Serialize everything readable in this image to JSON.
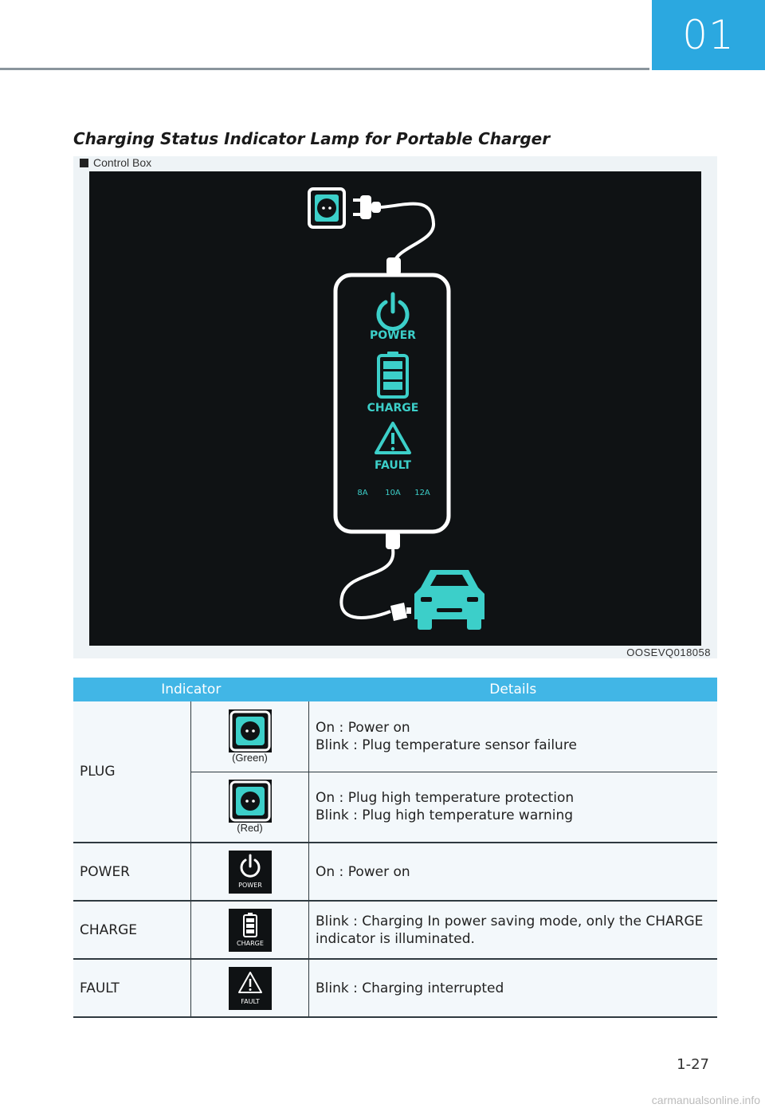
{
  "chapter": "01",
  "section_title": "Charging Status Indicator Lamp for Portable Charger",
  "figure": {
    "caption": "Control Box",
    "code": "OOSEVQ018058",
    "labels": {
      "power": "POWER",
      "charge": "CHARGE",
      "fault": "FAULT",
      "amp1": "8A",
      "amp2": "10A",
      "amp3": "12A"
    }
  },
  "table": {
    "headers": {
      "indicator": "Indicator",
      "details": "Details"
    },
    "rows": [
      {
        "name": "PLUG",
        "icon": "plug-socket-icon",
        "icon_caption": "(Green)",
        "line1": "On : Power on",
        "line2": "Blink : Plug temperature sensor failure"
      },
      {
        "icon": "plug-socket-icon",
        "icon_caption": "(Red)",
        "line1": "On : Plug high temperature protection",
        "line2": "Blink : Plug high temperature warning"
      },
      {
        "name": "POWER",
        "icon": "power-icon",
        "icon_label": "POWER",
        "line1": "On : Power on"
      },
      {
        "name": "CHARGE",
        "icon": "battery-icon",
        "icon_label": "CHARGE",
        "line1": "Blink : Charging In power saving mode, only the CHARGE indicator is illuminated."
      },
      {
        "name": "FAULT",
        "icon": "warning-triangle-icon",
        "icon_label": "FAULT",
        "line1": "Blink : Charging interrupted"
      }
    ]
  },
  "page_number": "1-27",
  "watermark": "carmanualsonline.info",
  "colors": {
    "accent": "#2ba8e0",
    "header": "#41b6e6",
    "lamp_teal": "#3ccfc9",
    "illustration_bg": "#0f1214"
  }
}
